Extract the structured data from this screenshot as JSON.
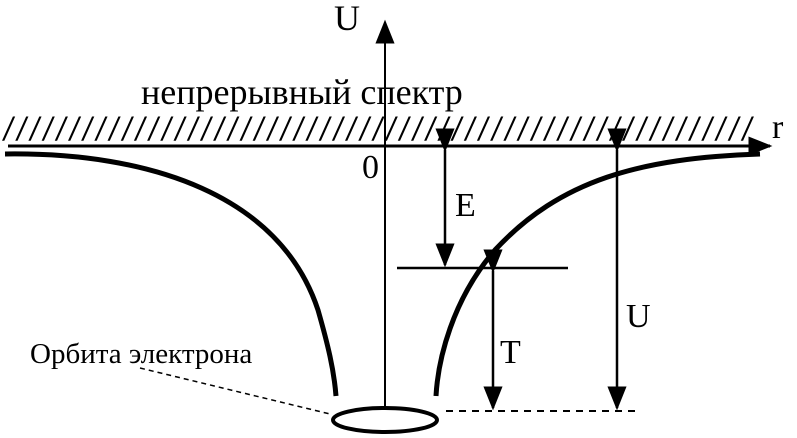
{
  "labels": {
    "u_axis": "U",
    "r_axis": "r",
    "origin": "0",
    "continuum": "непрерывный спектр",
    "energy": "E",
    "kinetic": "T",
    "potential": "U",
    "orbit": "Орбита электрона"
  },
  "hatch_pattern": "/////////////////////////////////////////////////////////",
  "colors": {
    "ink": "#000000",
    "background": "#ffffff"
  }
}
